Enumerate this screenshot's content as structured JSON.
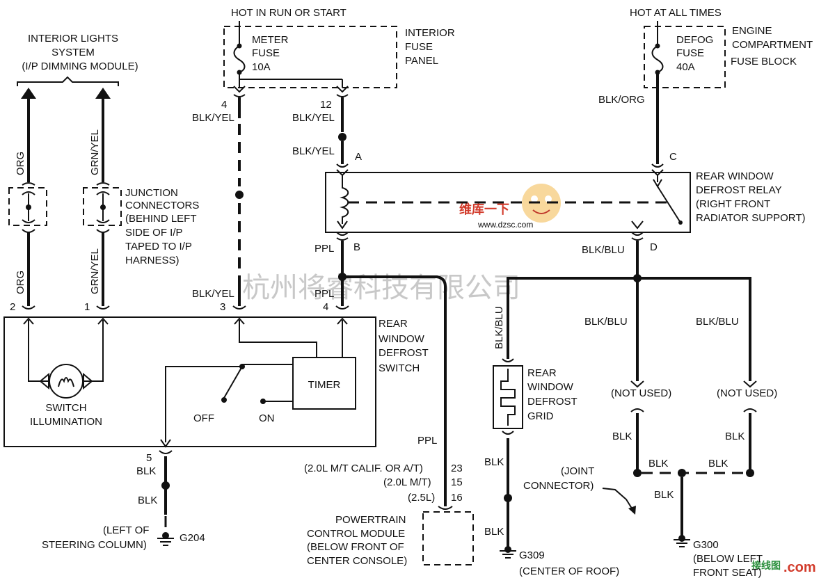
{
  "sources": {
    "hot_run_start": "HOT IN RUN OR START",
    "hot_all_times": "HOT AT ALL TIMES"
  },
  "interior_lights": {
    "line1": "INTERIOR LIGHTS",
    "line2": "SYSTEM",
    "line3": "(I/P DIMMING MODULE)"
  },
  "meter_fuse": {
    "line1": "METER",
    "line2": "FUSE",
    "line3": "10A"
  },
  "interior_fuse_panel": {
    "line1": "INTERIOR",
    "line2": "FUSE",
    "line3": "PANEL"
  },
  "defog_fuse": {
    "line1": "DEFOG",
    "line2": "FUSE",
    "line3": "40A"
  },
  "engine_fuse_block": {
    "line1": "ENGINE",
    "line2": "COMPARTMENT",
    "line3": "FUSE BLOCK"
  },
  "junction": {
    "line1": "JUNCTION",
    "line2": "CONNECTORS",
    "line3": "(BEHIND LEFT",
    "line4": "SIDE OF I/P",
    "line5": "TAPED TO I/P",
    "line6": "HARNESS)"
  },
  "relay": {
    "line1": "REAR WINDOW",
    "line2": "DEFROST RELAY",
    "line3": "(RIGHT FRONT",
    "line4": "RADIATOR SUPPORT)"
  },
  "switch_box": {
    "line1": "REAR",
    "line2": "WINDOW",
    "line3": "DEFROST",
    "line4": "SWITCH",
    "timer": "TIMER",
    "off": "OFF",
    "on": "ON",
    "illum1": "SWITCH",
    "illum2": "ILLUMINATION"
  },
  "grid": {
    "line1": "REAR",
    "line2": "WINDOW",
    "line3": "DEFROST",
    "line4": "GRID"
  },
  "pcm": {
    "line1": "POWERTRAIN",
    "line2": "CONTROL MODULE",
    "line3": "(BELOW FRONT OF",
    "line4": "CENTER CONSOLE)",
    "pin23_desc": "(2.0L M/T CALIF. OR A/T)",
    "pin23": "23",
    "pin15_desc": "(2.0L M/T)",
    "pin15": "15",
    "pin16_desc": "(2.5L)",
    "pin16": "16"
  },
  "grounds": {
    "g204": "G204",
    "g204_loc1": "(LEFT OF",
    "g204_loc2": "STEERING COLUMN)",
    "g309": "G309",
    "g309_loc": "(CENTER OF ROOF)",
    "g300": "G300",
    "g300_loc1": "(BELOW LEFT",
    "g300_loc2": "FRONT SEAT)"
  },
  "joint_connector": {
    "line1": "(JOINT",
    "line2": "CONNECTOR)"
  },
  "not_used": "(NOT USED)",
  "wire_colors": {
    "org": "ORG",
    "grn_yel": "GRN/YEL",
    "blk_yel": "BLK/YEL",
    "blk_org": "BLK/ORG",
    "ppl": "PPL",
    "blk_blu": "BLK/BLU",
    "blk": "BLK"
  },
  "pins": {
    "p1": "1",
    "p2": "2",
    "p3": "3",
    "p4": "4",
    "p5": "5",
    "p12": "12",
    "a": "A",
    "b": "B",
    "c": "C",
    "d": "D"
  },
  "watermarks": {
    "company": "杭州将睿科技有限公司",
    "site_cn": "维库一下",
    "site": "www.dzsc.com",
    "corner_cn": "接线图",
    "corner": ".com"
  }
}
